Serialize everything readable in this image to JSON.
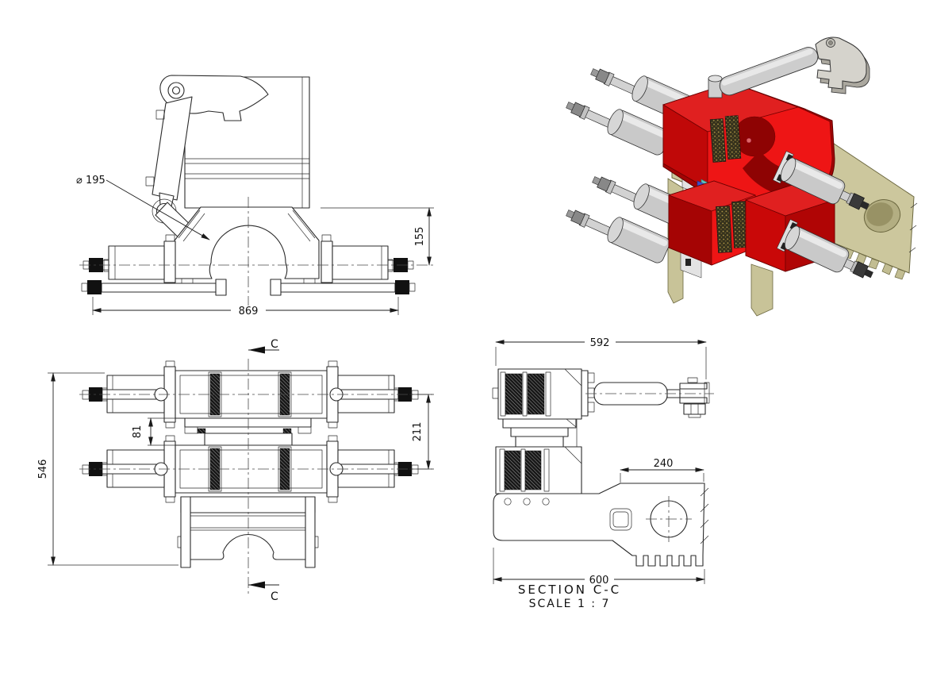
{
  "drawing": {
    "background": "#ffffff",
    "line_color": "#2b2b2b",
    "front_view": {
      "dim_diameter": "⌀ 195",
      "dim_side_height": "155",
      "dim_overall_width": "869"
    },
    "top_view": {
      "dim_overall_height": "546",
      "dim_gap": "81",
      "dim_rod_spacing": "211",
      "section_marker_top": "C",
      "section_marker_bottom": "C"
    },
    "section_view": {
      "dim_top_width": "592",
      "dim_ledge_width": "240",
      "dim_bottom_width": "600",
      "caption_title": "SECTION C-C",
      "caption_scale": "SCALE 1 : 7"
    },
    "iso_view": {
      "colors": {
        "clamp_red": "#ee1515",
        "clamp_red_dark": "#a30404",
        "plate_tan": "#ccc79d",
        "metal_gray": "#cccccc",
        "liner_teal": "#5fc0ba",
        "liner_green": "#55b157",
        "wedge_blue": "#4050c8",
        "pad_dark": "#35311c"
      }
    }
  }
}
